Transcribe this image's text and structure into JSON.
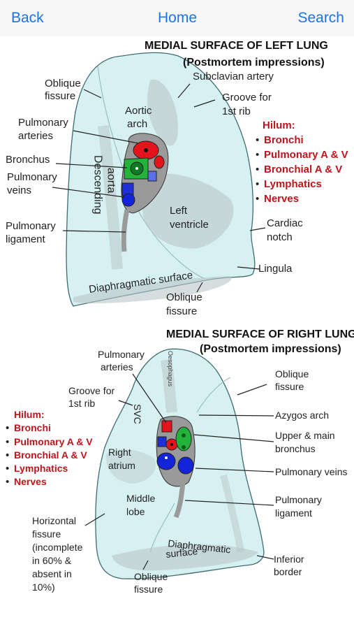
{
  "nav": {
    "back": "Back",
    "home": "Home",
    "search": "Search"
  },
  "left": {
    "title": "MEDIAL SURFACE OF LEFT  LUNG",
    "subtitle": "(Postmortem impressions)",
    "labels": {
      "subclavian": "Subclavian artery",
      "oblique1": "Oblique",
      "oblique2": "fissure",
      "groove1": "Groove for",
      "groove2": "1st rib",
      "aortic1": "Aortic",
      "aortic2": "arch",
      "pa1": "Pulmonary",
      "pa2": "arteries",
      "bronchus": "Bronchus",
      "pv1": "Pulmonary",
      "pv2": "veins",
      "pl1": "Pulmonary",
      "pl2": "ligament",
      "lv1": "Left",
      "lv2": "ventricle",
      "cardiac1": "Cardiac",
      "cardiac2": "notch",
      "lingula": "Lingula",
      "diaph": "Diaphragmatic surface",
      "obl_bottom1": "Oblique",
      "obl_bottom2": "fissure",
      "descending": "Descending",
      "aorta": "aorta"
    },
    "hilum": {
      "title": "Hilum:",
      "items": [
        "Bronchi",
        "Pulmonary A & V",
        "Bronchial A & V",
        "Lymphatics",
        "Nerves"
      ]
    }
  },
  "right": {
    "title": "MEDIAL SURFACE OF RIGHT LUNG",
    "subtitle": "(Postmortem impressions)",
    "labels": {
      "pa1": "Pulmonary",
      "pa2": "arteries",
      "oeso": "Oesophagus",
      "obl1": "Oblique",
      "obl2": "fissure",
      "groove1": "Groove for",
      "groove2": "1st rib",
      "svc": "SVC",
      "azygos": "Azygos arch",
      "umb1": "Upper & main",
      "umb2": "bronchus",
      "ra1": "Right",
      "ra2": "atrium",
      "pv": "Pulmonary veins",
      "ml1": "Middle",
      "ml2": "lobe",
      "pl1": "Pulmonary",
      "pl2": "ligament",
      "hf1": "Horizontal",
      "hf2": "fissure",
      "hf3": "(incomplete",
      "hf4": "in 60% &",
      "hf5": "absent in",
      "hf6": "10%)",
      "diaph1": "Diaphragmatic",
      "diaph2": "surface",
      "ib1": "Inferior",
      "ib2": "border",
      "obb1": "Oblique",
      "obb2": "fissure"
    },
    "hilum": {
      "title": "Hilum:",
      "items": [
        "Bronchi",
        "Pulmonary A & V",
        "Bronchial A & V",
        "Lymphatics",
        "Nerves"
      ]
    }
  }
}
